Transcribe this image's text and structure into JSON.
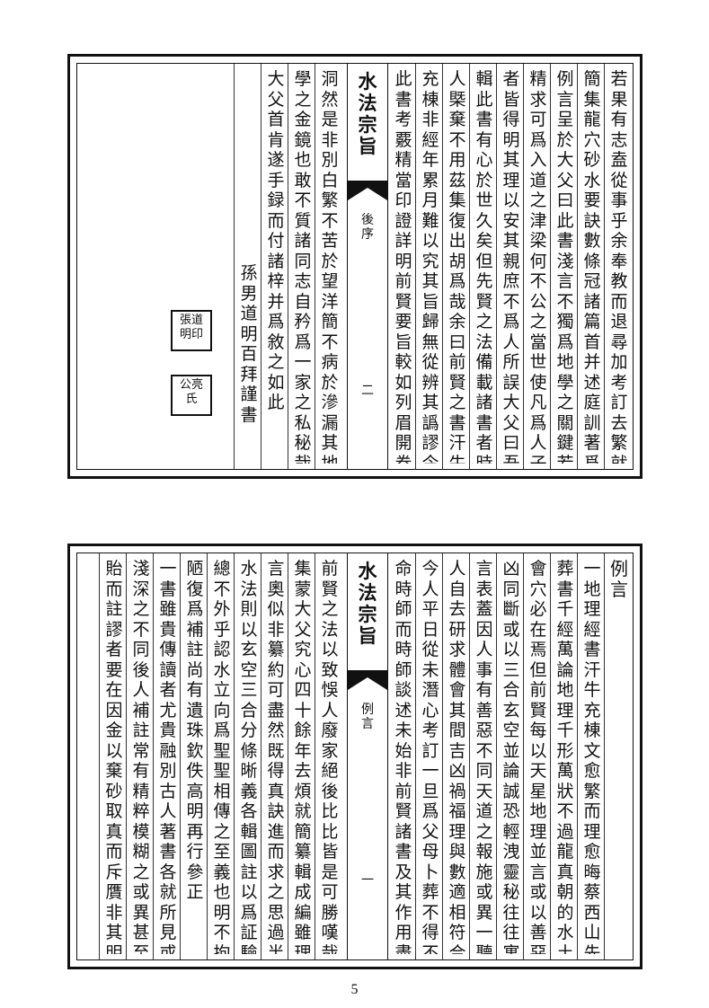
{
  "top_page": {
    "columns_right_to_left": [
      "若果有志盍從事乎余奉教而退尋加考訂去繁就",
      "簡集龍穴砂水要訣數條冠諸篇首并述庭訓著爲",
      "例言呈於大父曰此書淺言不獨爲地學之關鍵若",
      "精求可爲入道之津梁何不公之當世使凡爲人子",
      "者皆得明其理以安其親庶不爲人所誤大父曰吾",
      "輯此書有心於世久矣但先賢之法備載諸書者時",
      "人槩棄不用茲集復出胡爲哉余曰前賢之書汗牛",
      "充棟非經年累月難以究其旨歸無從辨其譌謬今",
      "此書考覈精當印證詳明前賢要旨較如列眉開卷"
    ],
    "banxin": {
      "title": "水法宗旨",
      "section": "後序",
      "leaf": "二"
    },
    "columns_left_half": [
      "洞然是非別白繁不苦於望洋簡不病於滲漏其地",
      "學之金鏡也敢不質諸同志自矜爲一家之私秘哉",
      "大父首肯遂手録而付諸梓并爲敘之如此",
      "孫男道明百拜謹書"
    ],
    "seal_text_left": "張道明印",
    "seal_text_right": "公亮氏"
  },
  "bottom_page": {
    "columns_right_to_left": [
      "例言",
      "一地理經書汗牛充棟文愈繁而理愈晦蔡西山先生云",
      "葬書千經萬論地理千形萬狀不過龍真朝的水土交",
      "會穴必在焉但前賢每以天星地理並言或以善惡吉",
      "凶同斷或以三合玄空並論誠恐輕洩靈秘往往寓意",
      "言表蓋因人事有善惡不同天道之報施或異一聽後",
      "人自去研求體會其間吉凶禍福理與數適相符合耳",
      "今人平日從未潛心考訂一旦爲父母卜葬不得不委",
      "命時師而時師談述未始非前賢諸書及其作用盡棄"
    ],
    "banxin": {
      "title": "水法宗旨",
      "section": "例言",
      "leaf": "一"
    },
    "columns_left_half": [
      "前賢之法以致悞人廢家絕後比比皆是可勝嘆哉是",
      "集蒙大父究心四十餘年去煩就簡纂輯成編雖理深",
      "言奧似非纂約可盡然既得真訣進而求之思過半矣",
      "水法則以玄空三合分條晰義各輯圖註以爲証驗而",
      "總不外乎認水立向爲聖聖相傳之至義也明不拘固",
      "陋復爲補註尚有遺珠欽佚　高明再行參正",
      "一書雖貴傳讀者尤貴融別古人著書各就所見或詳畧",
      "淺深之不同後人補註常有精粹模糊之或異甚至一解",
      "貽而註謬者要在因金以棄砂取真而斥贋非其明辨"
    ]
  },
  "page_number": "5"
}
